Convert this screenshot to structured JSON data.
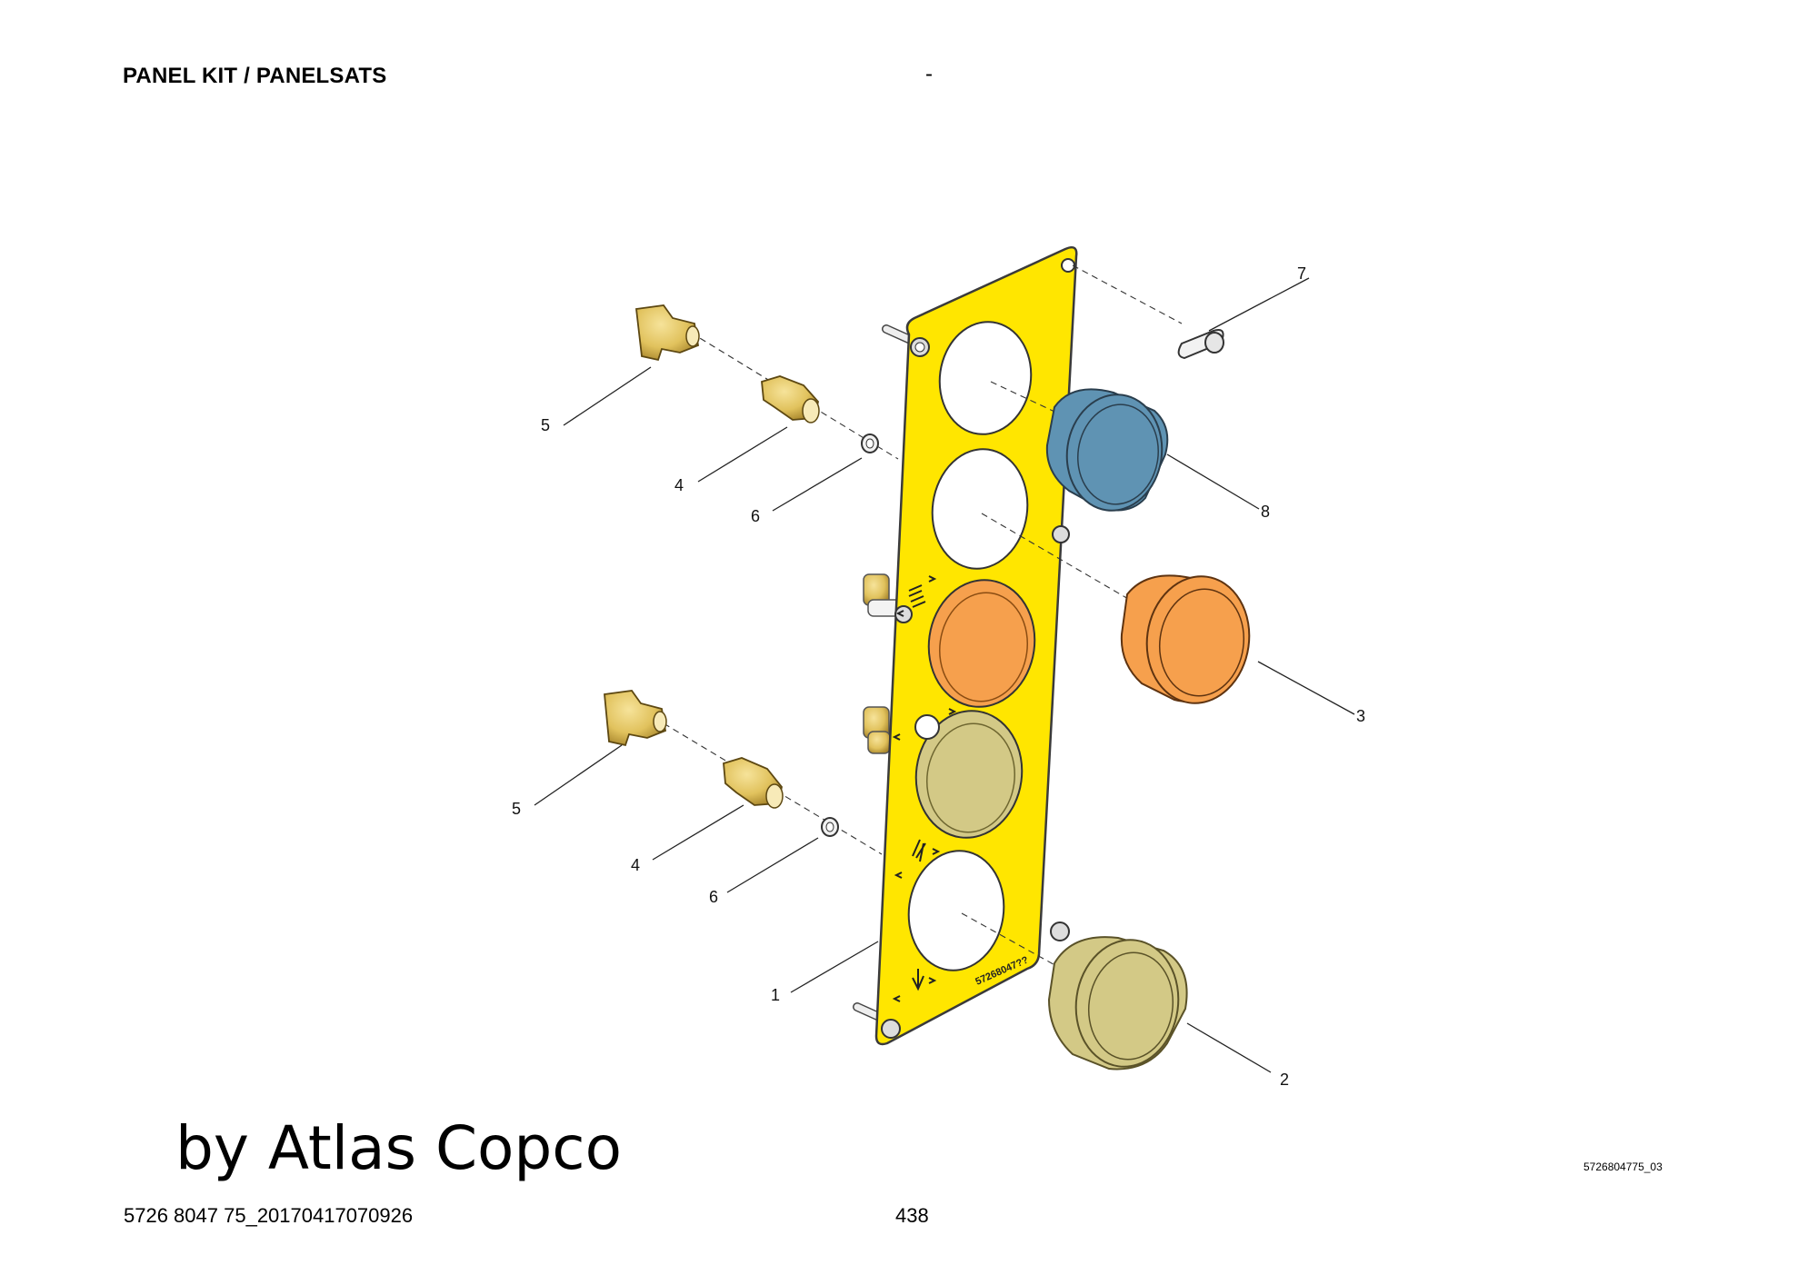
{
  "header": {
    "title": "PANEL KIT / PANELSATS",
    "separator": "-"
  },
  "callouts": [
    "1",
    "2",
    "3",
    "4",
    "4",
    "5",
    "5",
    "6",
    "6",
    "7",
    "8"
  ],
  "plate_marking": "57268047??",
  "colors": {
    "panel": "#ffe600",
    "gauge_blue": "#5f93b3",
    "gauge_orange": "#f6a04d",
    "gauge_khaki": "#d3c986",
    "brass": "#e1c25d"
  },
  "footer": {
    "brand": "by Atlas Copco",
    "drawing_id": "5726804775_03",
    "doc_id": "5726 8047 75_20170417070926",
    "page": "438"
  }
}
